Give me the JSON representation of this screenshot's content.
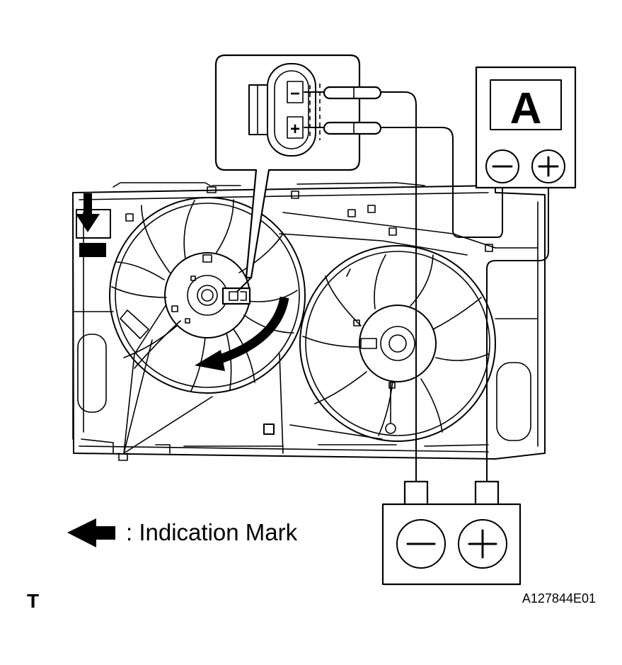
{
  "ammeter": {
    "letter": "A",
    "neg_symbol": "−",
    "pos_symbol": "+"
  },
  "connector_inset": {
    "neg_terminal": "−",
    "pos_terminal": "+"
  },
  "battery": {
    "neg_symbol": "−",
    "pos_symbol": "+"
  },
  "legend": {
    "text": ": Indication Mark"
  },
  "footer": {
    "section_mark": "T",
    "figure_id": "A127844E01"
  }
}
